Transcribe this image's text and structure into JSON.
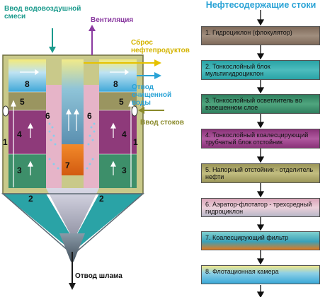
{
  "labels": {
    "air_water_inlet": "Ввод водовоздушной смеси",
    "ventilation": "Вентиляция",
    "oil_discharge": "Сброс нефтепродуктов",
    "clean_water_outlet": "Отвод очищенной воды",
    "wastewater_inlet": "Ввод стоков",
    "sludge_outlet": "Отвод шлама"
  },
  "zones": [
    "1",
    "2",
    "3",
    "4",
    "5",
    "6",
    "7",
    "8"
  ],
  "flow": {
    "title": "Нефтесодержащие стоки",
    "stages": [
      {
        "label": "1. Гидроциклон (флокулятор)",
        "color": "#8e7a6a"
      },
      {
        "label": "2. Тонкослойный блок мультигидроциклон",
        "color": "#2aa3a6"
      },
      {
        "label": "3. Тонкослойный осветлитель во взвешенном слое",
        "color": "#3d8f6a"
      },
      {
        "label": "4. Тонкослойный коалесцирующий трубчатый блок отстойник",
        "color": "#9a3f86"
      },
      {
        "label": "5. Напорный отстойник - отделитель нефти",
        "color": "#a5a060"
      },
      {
        "label": "6. Аэратор-флотатор - трехсредный гидроциклон",
        "color": "#d8a8b8"
      },
      {
        "label": "7. Коалесцирующий фильтр",
        "color": "#3aa0b8"
      },
      {
        "label": "8. Флотационная камера",
        "color": "#5fc4d8"
      }
    ]
  },
  "colors": {
    "accent_blue": "#2aa3d6",
    "teal": "#1a9a8c",
    "olive": "#8a8a2a",
    "yellow": "#d4b400",
    "purple": "#8a3aa0"
  }
}
